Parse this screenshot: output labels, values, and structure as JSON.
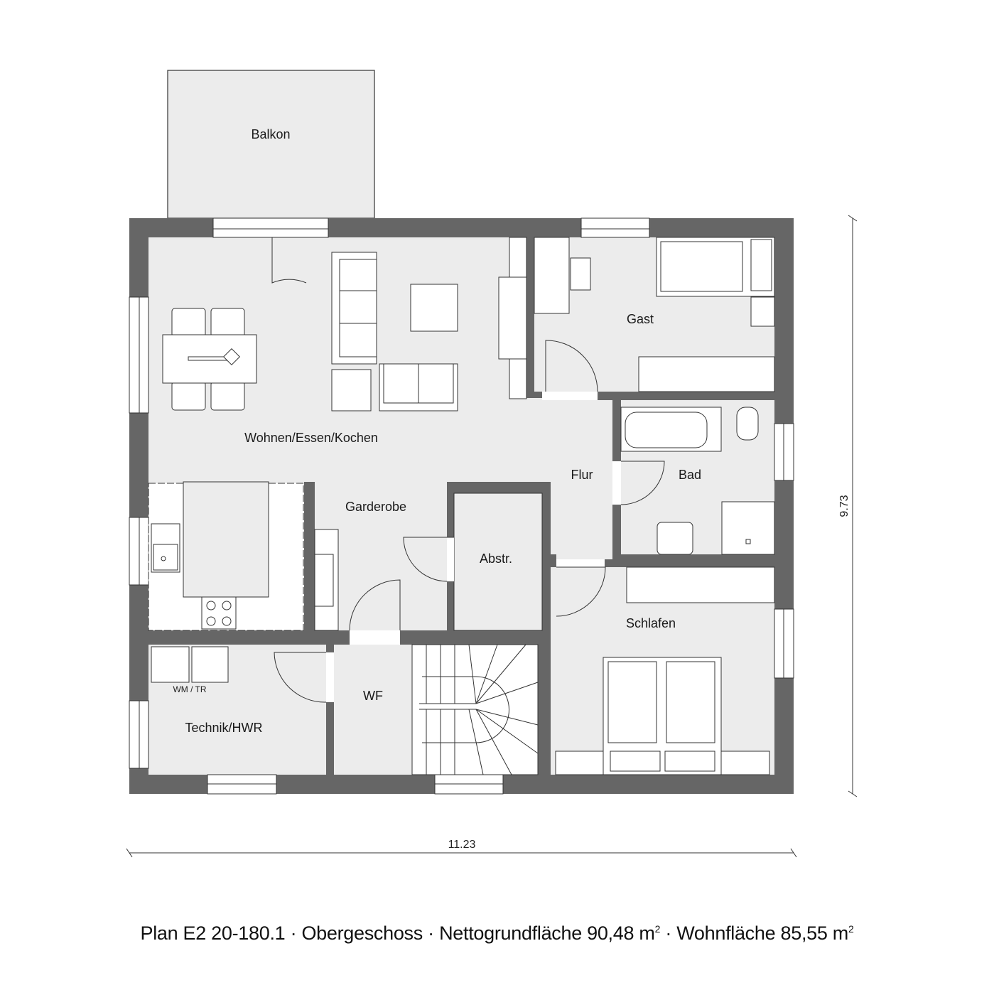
{
  "plan": {
    "floor": "Obergeschoss",
    "colors": {
      "wall": "#666666",
      "floor": "#ececec",
      "furniture": "#ffffff",
      "line": "#222222",
      "background": "#ffffff"
    },
    "rooms": [
      {
        "id": "balkon",
        "label": "Balkon"
      },
      {
        "id": "wohnen",
        "label": "Wohnen/Essen/Kochen"
      },
      {
        "id": "gast",
        "label": "Gast"
      },
      {
        "id": "flur",
        "label": "Flur"
      },
      {
        "id": "bad",
        "label": "Bad"
      },
      {
        "id": "garderobe",
        "label": "Garderobe"
      },
      {
        "id": "abstr",
        "label": "Abstr."
      },
      {
        "id": "schlafen",
        "label": "Schlafen"
      },
      {
        "id": "technik",
        "label": "Technik/HWR"
      },
      {
        "id": "wf",
        "label": "WF"
      }
    ],
    "annotations": {
      "washer_dryer": "WM / TR"
    },
    "dimensions": {
      "width": "11.23",
      "height": "9.73"
    }
  },
  "caption": {
    "plan_id": "Plan E2 20-180.1",
    "separator": "·",
    "floor": "Obergeschoss",
    "net_area_label": "Nettogrundfläche",
    "net_area_value": "90,48",
    "living_area_label": "Wohnfläche",
    "living_area_value": "85,55",
    "unit": "m",
    "unit_exp": "2"
  }
}
